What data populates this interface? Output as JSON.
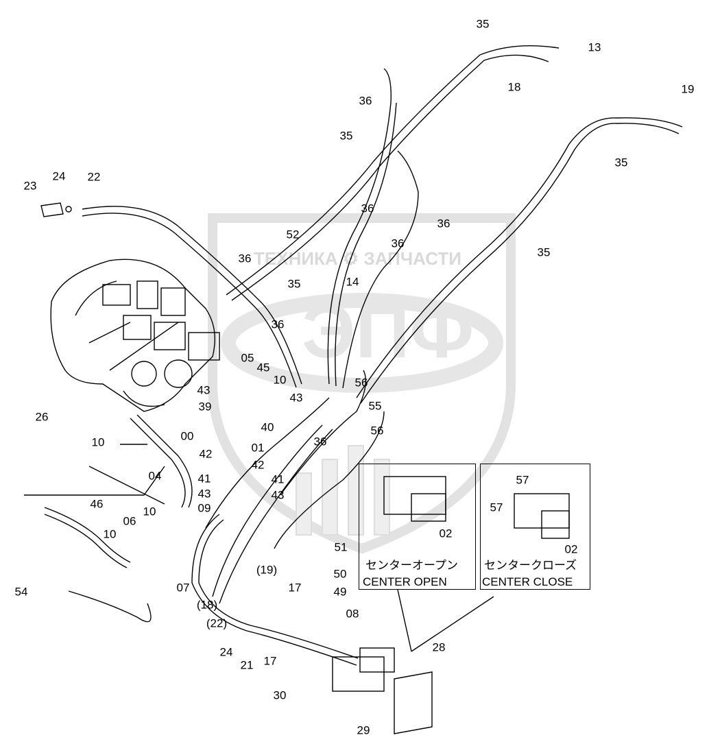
{
  "watermark": {
    "text": "ТЕХНИКА ⚙ ЗАПЧАСТИ",
    "logo": "ЭПФ"
  },
  "insets": {
    "center_open": {
      "jp": "センターオープン",
      "en": "CENTER OPEN"
    },
    "center_close": {
      "jp": "センタークローズ",
      "en": "CENTER CLOSE"
    }
  },
  "callouts": [
    "35",
    "13",
    "18",
    "36",
    "19",
    "35",
    "35",
    "23",
    "24",
    "22",
    "36",
    "52",
    "36",
    "36",
    "35",
    "36",
    "35",
    "14",
    "36",
    "05",
    "45",
    "10",
    "56",
    "43",
    "43",
    "55",
    "39",
    "40",
    "36",
    "56",
    "26",
    "00",
    "10",
    "42",
    "01",
    "42",
    "41",
    "41",
    "04",
    "43",
    "43",
    "09",
    "46",
    "10",
    "06",
    "10",
    "51",
    "50",
    "49",
    "17",
    "08",
    "54",
    "07",
    "24",
    "21",
    "17",
    "30",
    "29",
    "28",
    "57",
    "57",
    "02",
    "02",
    "(19)",
    "(18)",
    "(22)"
  ]
}
